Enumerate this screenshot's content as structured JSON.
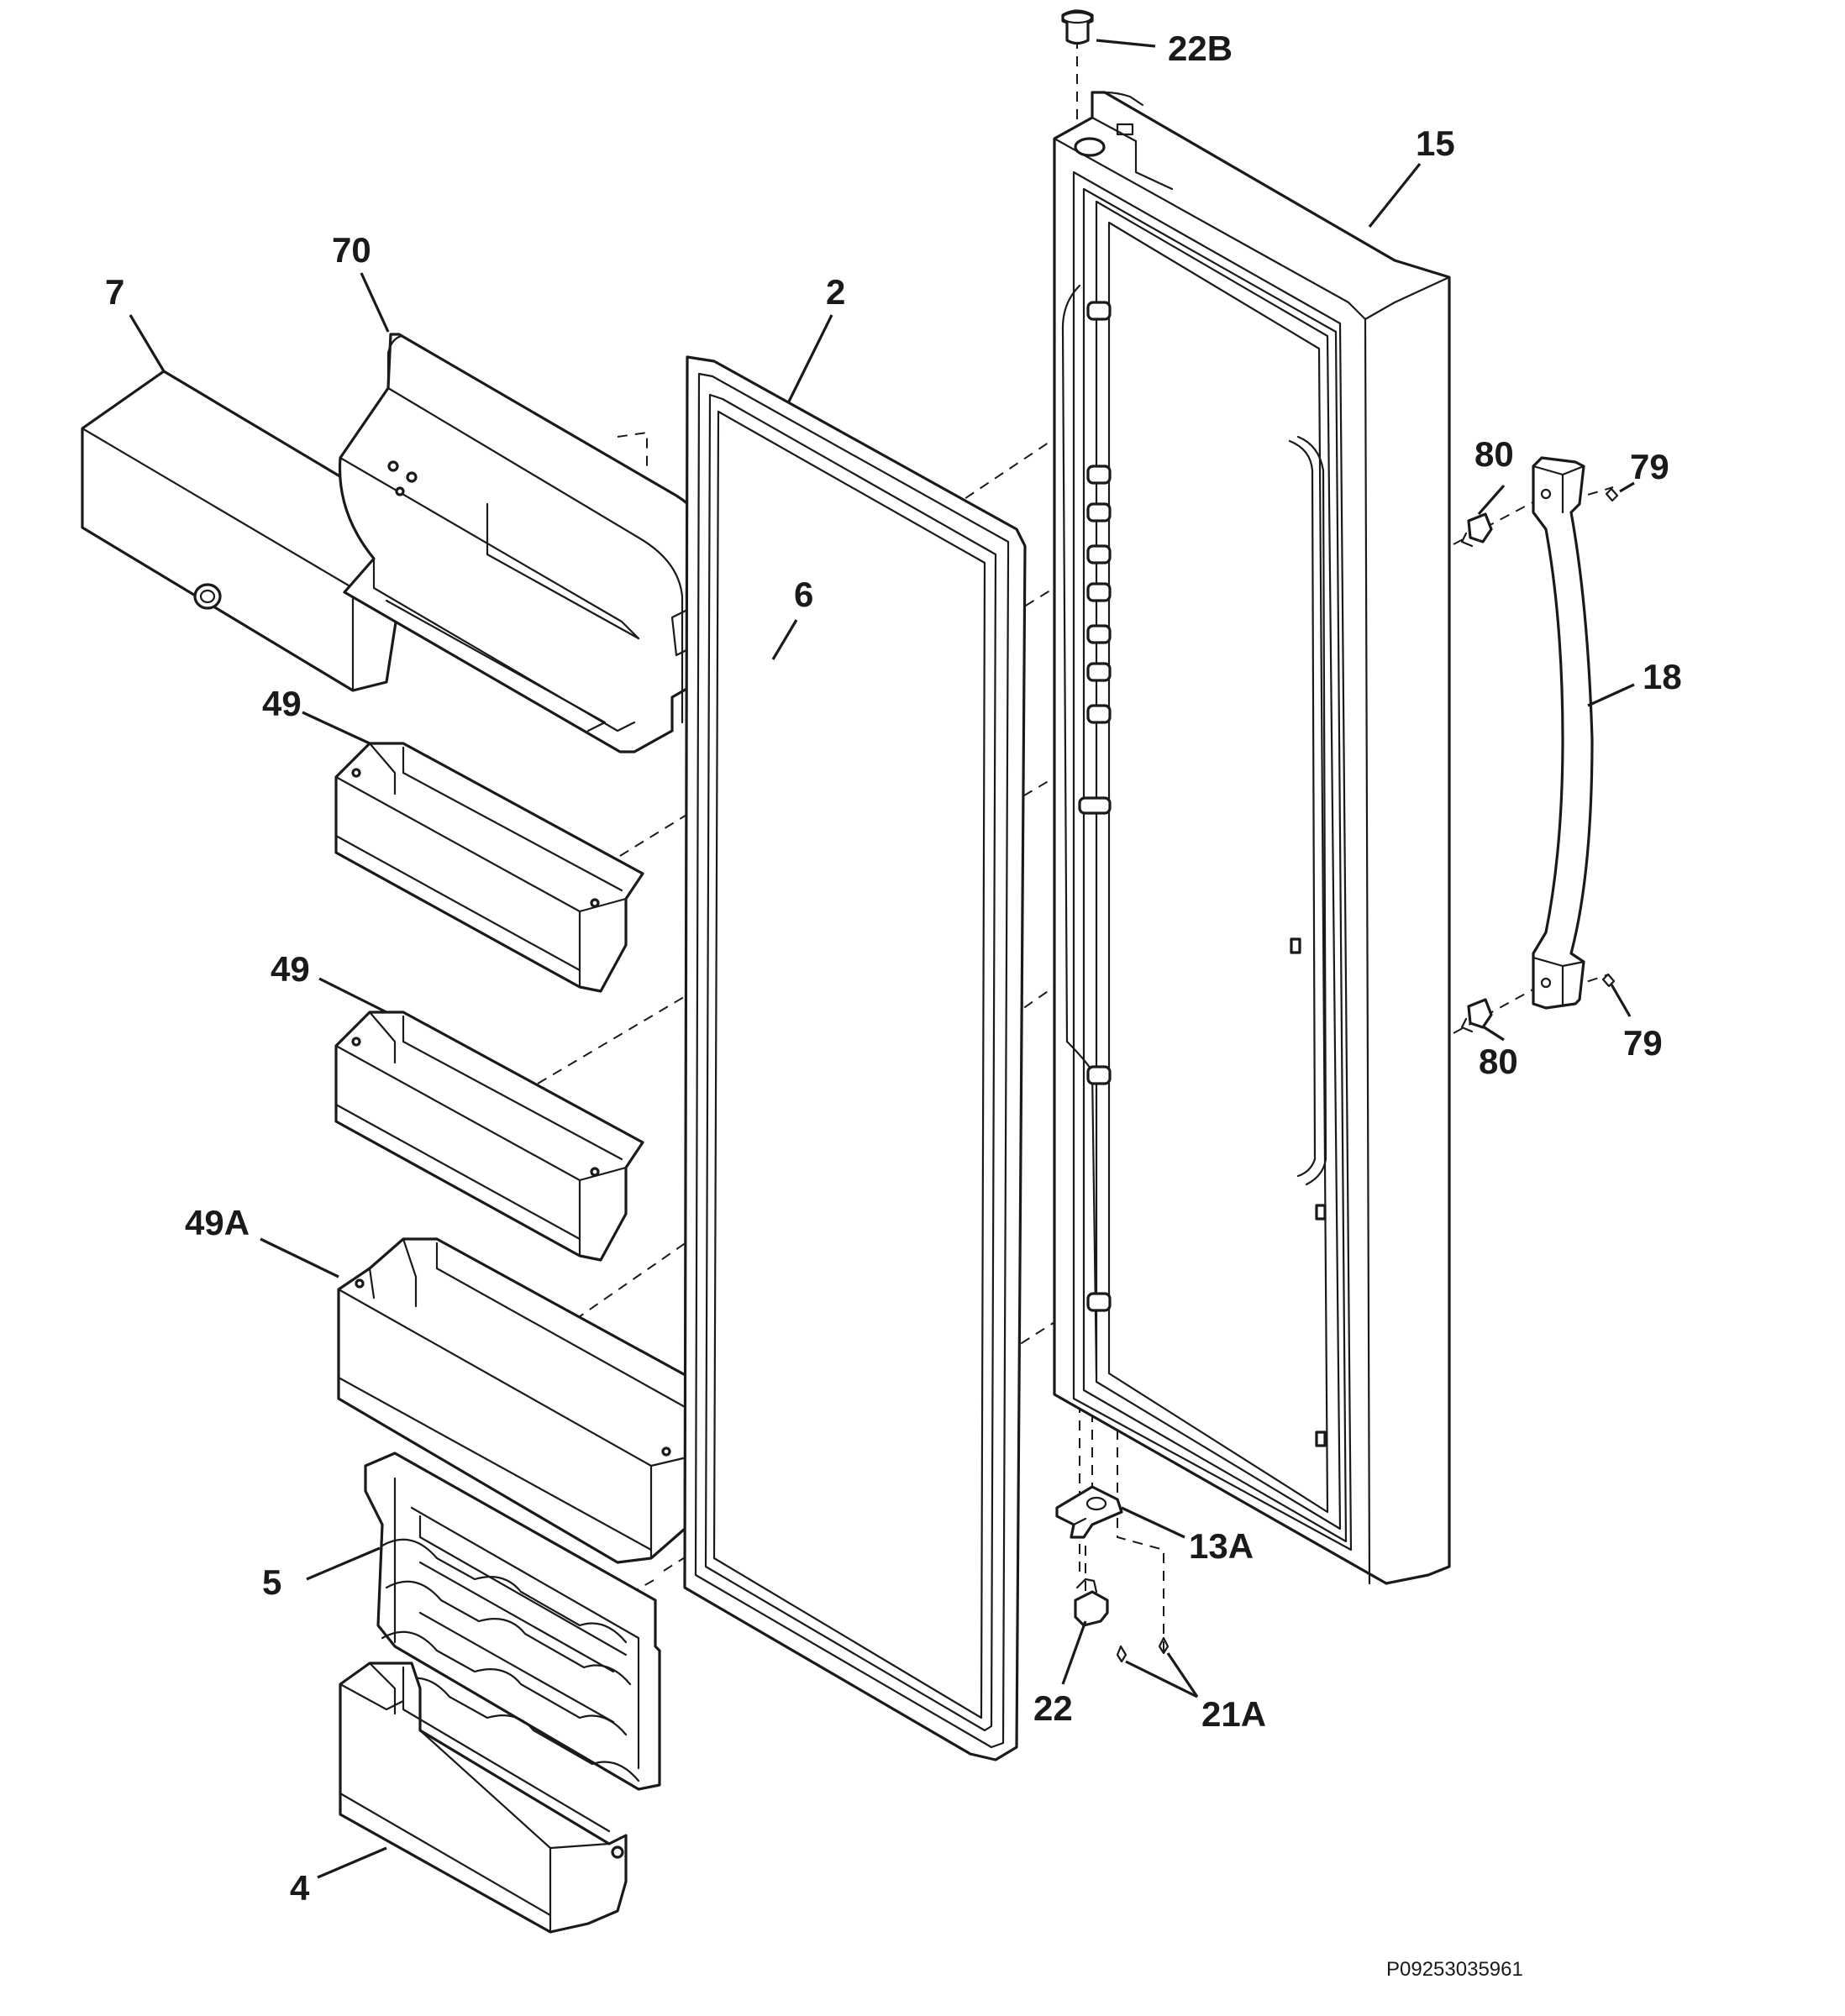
{
  "callouts": {
    "c22B": "22B",
    "c15": "15",
    "c70": "70",
    "c7": "7",
    "c2": "2",
    "c80a": "80",
    "c79a": "79",
    "c6": "6",
    "c18": "18",
    "c49a": "49",
    "c49b": "49",
    "c80b": "80",
    "c79b": "79",
    "c49A": "49A",
    "c13A": "13A",
    "c5": "5",
    "c22": "22",
    "c21A": "21A",
    "c4": "4"
  },
  "drawing_code": "P09253035961"
}
